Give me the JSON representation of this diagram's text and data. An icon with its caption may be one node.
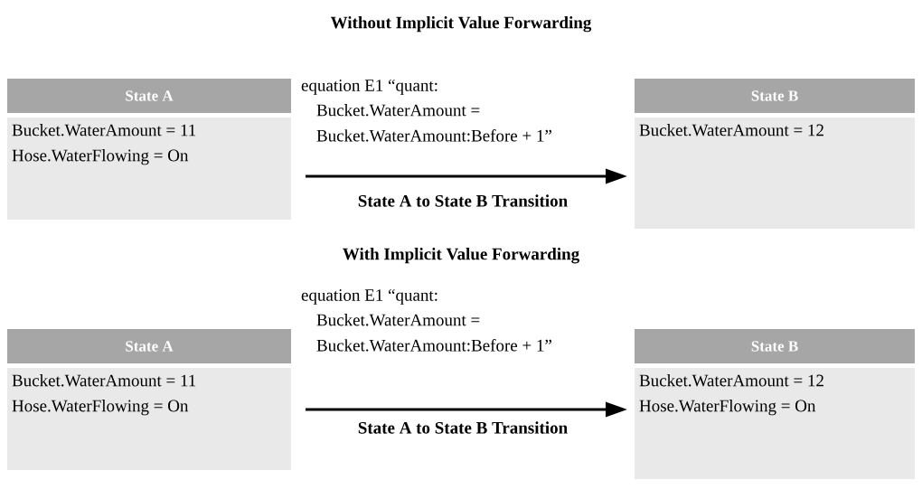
{
  "diagram": {
    "nodes": [
      {
        "text": [
          "State A",
          "Bucket.WaterAmount = 11",
          "Hose.WaterFlowing = On"
        ]
      },
      {
        "text": [
          "State B",
          "Bucket.WaterAmount = 12"
        ]
      },
      {
        "text": [
          "State A",
          "Bucket.WaterAmount = 11",
          "Hose.WaterFlowing = On"
        ]
      },
      {
        "text": [
          "State B",
          "Bucket.WaterAmount = 12",
          "Hose.WaterFlowing = On"
        ]
      }
    ],
    "edges": [
      {
        "from": 0,
        "to": 1,
        "arrow": "to",
        "label": "State A to State B Transition"
      },
      {
        "from": 2,
        "to": 3,
        "arrow": "to",
        "label": "State A to State B Transition"
      }
    ],
    "labels": [
      "Without Implicit Value Forwarding",
      "equation E1 “quant:",
      "Bucket.WaterAmount =",
      "Bucket.WaterAmount:Before + 1”",
      "With Implicit Value Forwarding",
      "equation E1 “quant:",
      "Bucket.WaterAmount =",
      "Bucket.WaterAmount:Before + 1”"
    ]
  }
}
